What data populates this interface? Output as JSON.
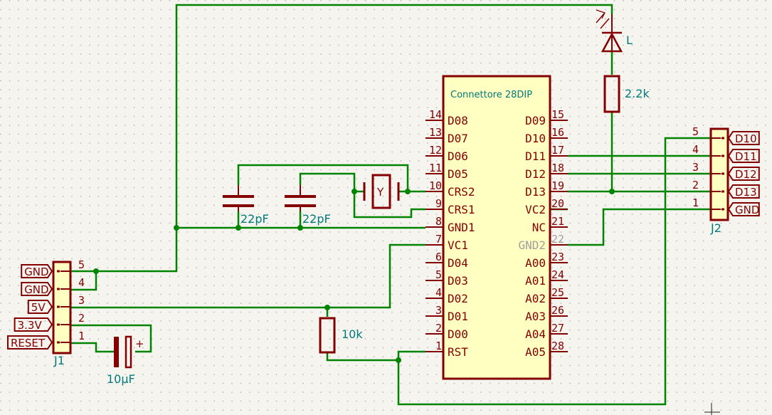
{
  "chip": {
    "title": "Connettore 28DIP",
    "left_pins": [
      {
        "num": "14",
        "name": "D08"
      },
      {
        "num": "13",
        "name": "D07"
      },
      {
        "num": "12",
        "name": "D06"
      },
      {
        "num": "11",
        "name": "D05"
      },
      {
        "num": "10",
        "name": "CRS2"
      },
      {
        "num": "9",
        "name": "CRS1"
      },
      {
        "num": "8",
        "name": "GND1"
      },
      {
        "num": "7",
        "name": "VC1"
      },
      {
        "num": "6",
        "name": "D04"
      },
      {
        "num": "5",
        "name": "D03"
      },
      {
        "num": "4",
        "name": "D02"
      },
      {
        "num": "3",
        "name": "D01"
      },
      {
        "num": "2",
        "name": "D00"
      },
      {
        "num": "1",
        "name": "RST"
      }
    ],
    "right_pins": [
      {
        "num": "15",
        "name": "D09"
      },
      {
        "num": "16",
        "name": "D10"
      },
      {
        "num": "17",
        "name": "D11"
      },
      {
        "num": "18",
        "name": "D12"
      },
      {
        "num": "19",
        "name": "D13"
      },
      {
        "num": "20",
        "name": "VC2"
      },
      {
        "num": "21",
        "name": "NC"
      },
      {
        "num": "22",
        "name": "GND2"
      },
      {
        "num": "23",
        "name": "A00"
      },
      {
        "num": "24",
        "name": "A01"
      },
      {
        "num": "25",
        "name": "A02"
      },
      {
        "num": "26",
        "name": "A03"
      },
      {
        "num": "27",
        "name": "A04"
      },
      {
        "num": "28",
        "name": "A05"
      }
    ]
  },
  "j1": {
    "ref": "J1",
    "pins": [
      {
        "num": "5",
        "label": "GND"
      },
      {
        "num": "4",
        "label": "GND"
      },
      {
        "num": "3",
        "label": "5V"
      },
      {
        "num": "2",
        "label": "3.3V"
      },
      {
        "num": "1",
        "label": "RESET"
      }
    ]
  },
  "j2": {
    "ref": "J2",
    "pins": [
      {
        "num": "5",
        "label": "D10"
      },
      {
        "num": "4",
        "label": "D11"
      },
      {
        "num": "3",
        "label": "D12"
      },
      {
        "num": "2",
        "label": "D13"
      },
      {
        "num": "1",
        "label": "GND"
      }
    ]
  },
  "components": {
    "c1_value": "22pF",
    "c2_value": "22pF",
    "c3_value": "10μF",
    "c3_plus": "+",
    "crystal_ref": "Y",
    "led_ref": "L",
    "r1_value": "2.2k",
    "r2_value": "10k"
  },
  "colors": {
    "component": "#840000",
    "wire": "#008400",
    "field_text": "#007a7a",
    "ic_body": "#ffffc2",
    "background": "#f5f4ef"
  }
}
